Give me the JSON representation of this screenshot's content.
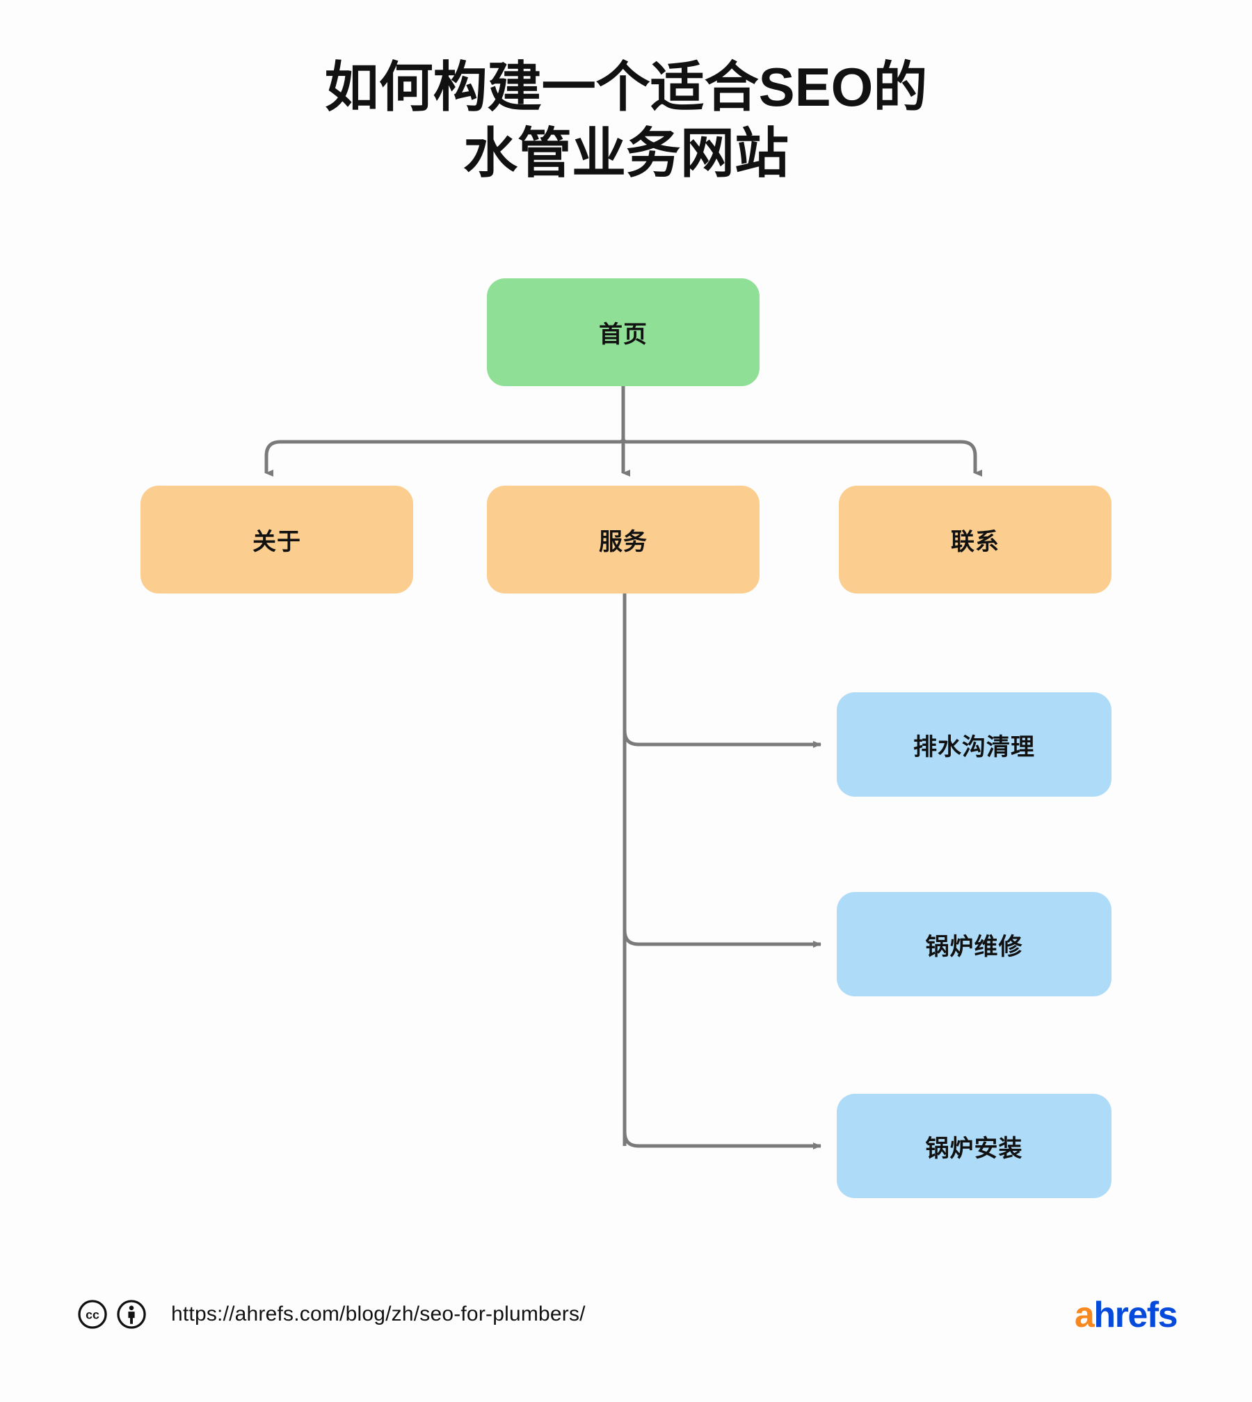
{
  "title": {
    "line1": "如何构建一个适合SEO的",
    "line2": "水管业务网站"
  },
  "diagram": {
    "type": "tree",
    "nodes": [
      {
        "id": "home",
        "label": "首页",
        "level": 0,
        "color": "#90df96"
      },
      {
        "id": "about",
        "label": "关于",
        "level": 1,
        "color": "#fbcd8e"
      },
      {
        "id": "services",
        "label": "服务",
        "level": 1,
        "color": "#fbcd8e"
      },
      {
        "id": "contact",
        "label": "联系",
        "level": 1,
        "color": "#fbcd8e"
      },
      {
        "id": "gutter",
        "label": "排水沟清理",
        "level": 2,
        "color": "#aedbf7"
      },
      {
        "id": "boiler_rep",
        "label": "锅炉维修",
        "level": 2,
        "color": "#aedbf7"
      },
      {
        "id": "boiler_ins",
        "label": "锅炉安装",
        "level": 2,
        "color": "#aedbf7"
      }
    ],
    "edges": [
      {
        "from": "home",
        "to": "about"
      },
      {
        "from": "home",
        "to": "services"
      },
      {
        "from": "home",
        "to": "contact"
      },
      {
        "from": "services",
        "to": "gutter"
      },
      {
        "from": "services",
        "to": "boiler_rep"
      },
      {
        "from": "services",
        "to": "boiler_ins"
      }
    ],
    "connector_color": "#7a7a7a"
  },
  "footer": {
    "license_icon_1": "creative-commons-icon",
    "license_icon_2": "cc-by-attribution-icon",
    "url": "https://ahrefs.com/blog/zh/seo-for-plumbers/",
    "logo": {
      "first_letter": "a",
      "rest": "hrefs",
      "first_letter_color": "#f7881e",
      "rest_color": "#054ada"
    }
  }
}
